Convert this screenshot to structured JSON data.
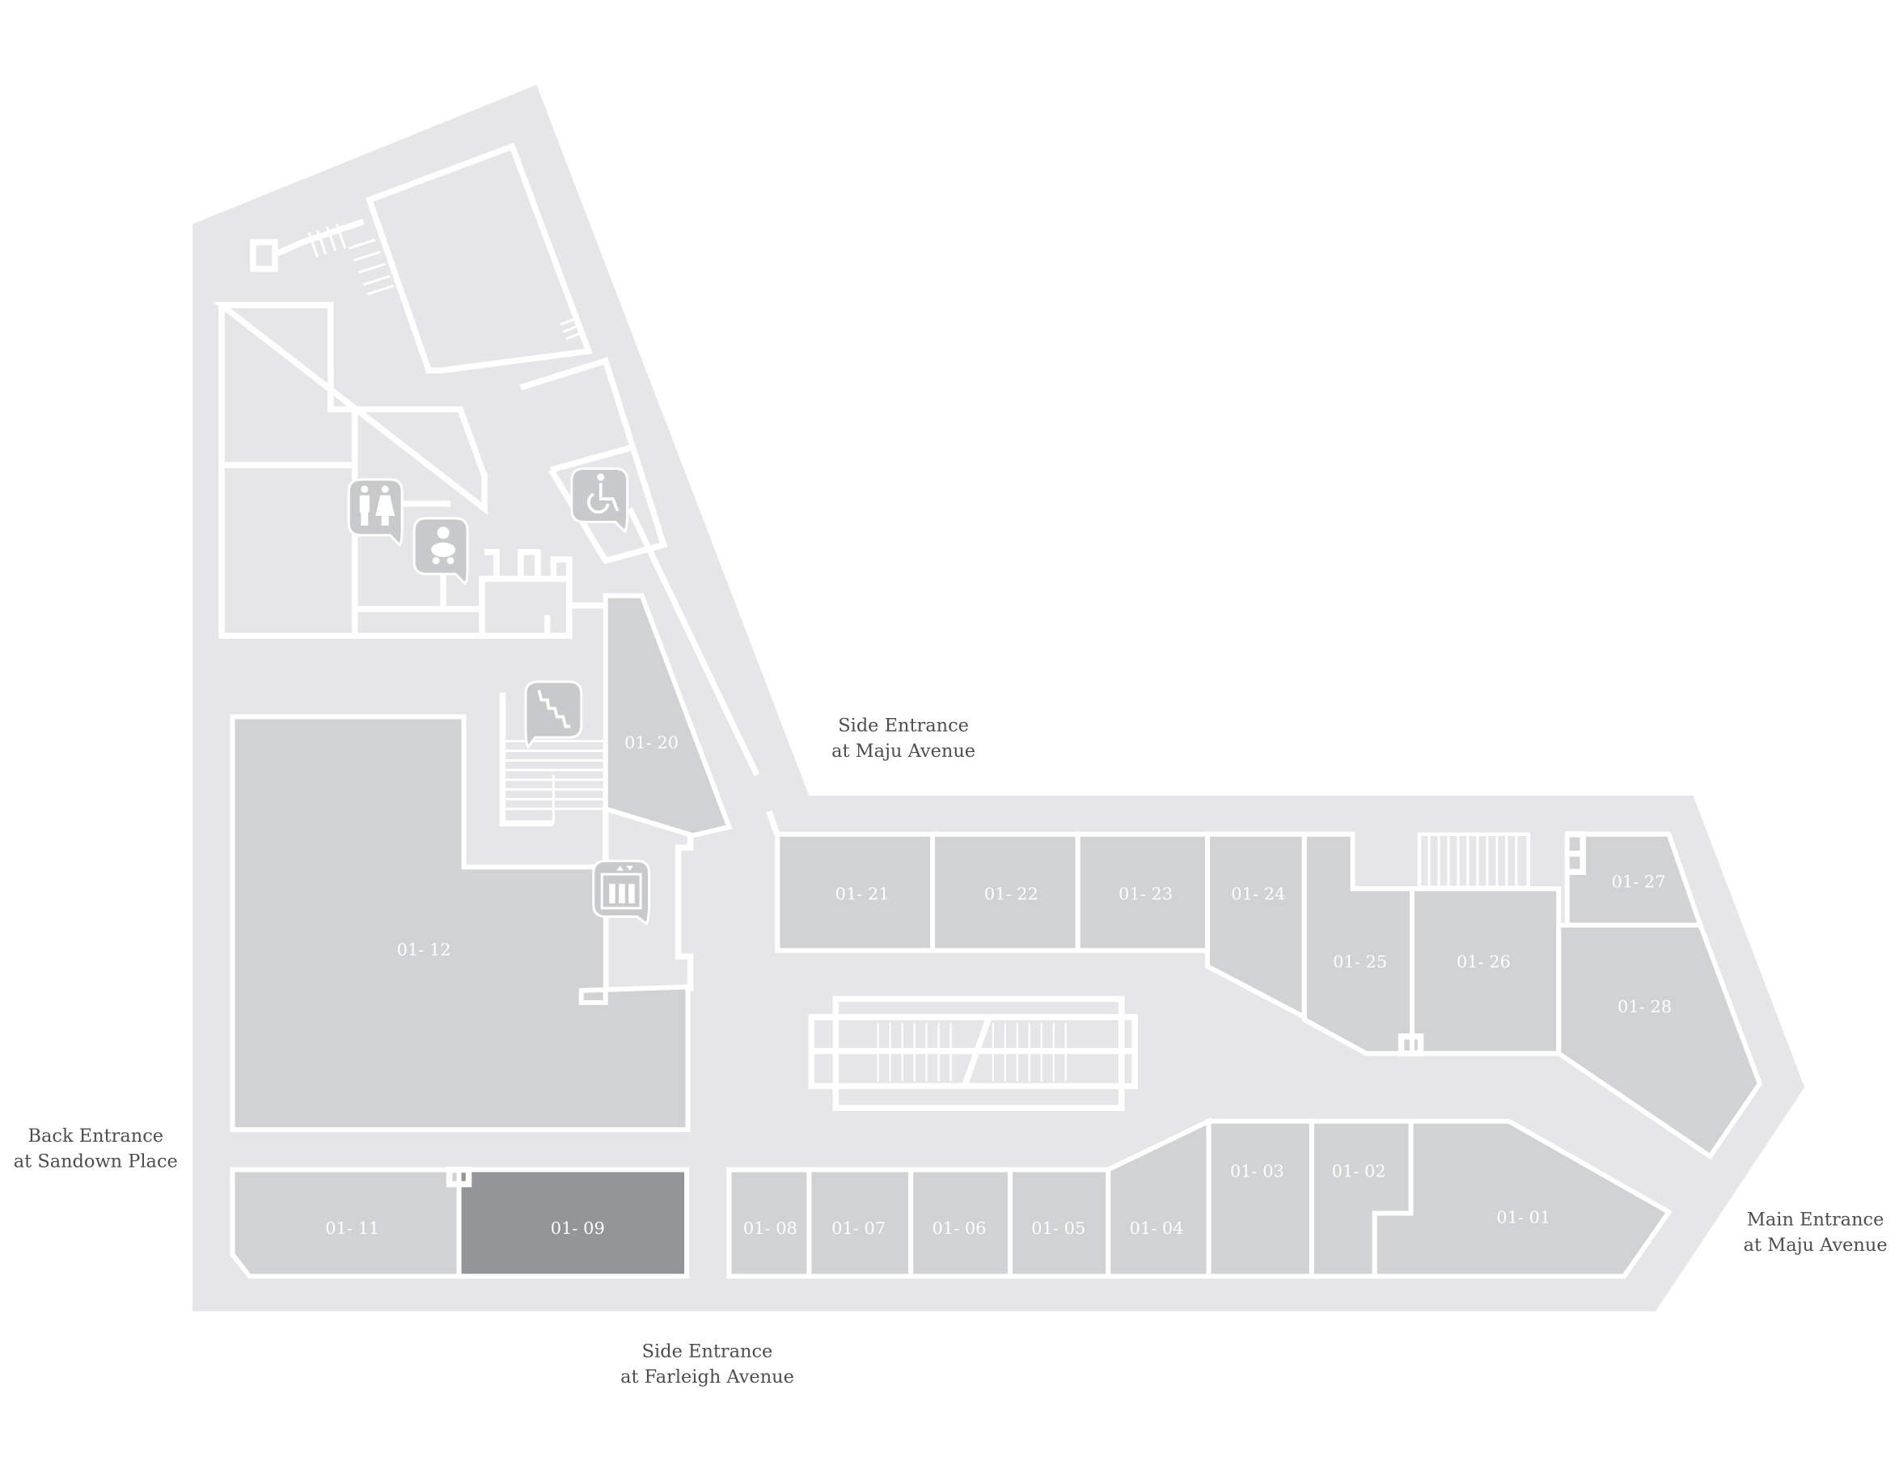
{
  "colors": {
    "floor": "#e6e6e8",
    "unit": "#d1d2d4",
    "selected_unit": "#939598",
    "wall": "#ffffff",
    "label": "#4d4d4d"
  },
  "units": {
    "u01": "01- 01",
    "u02": "01- 02",
    "u03": "01- 03",
    "u04": "01- 04",
    "u05": "01- 05",
    "u06": "01- 06",
    "u07": "01- 07",
    "u08": "01- 08",
    "u09": "01- 09",
    "u11": "01- 11",
    "u12": "01- 12",
    "u20": "01- 20",
    "u21": "01- 21",
    "u22": "01- 22",
    "u23": "01- 23",
    "u24": "01- 24",
    "u25": "01- 25",
    "u26": "01- 26",
    "u27": "01- 27",
    "u28": "01- 28"
  },
  "selected_unit": "01- 09",
  "entrances": {
    "side_maju": [
      "Side Entrance",
      "at Maju Avenue"
    ],
    "back_sandown": [
      "Back Entrance",
      "at Sandown Place"
    ],
    "side_farleigh": [
      "Side Entrance",
      "at Farleigh Avenue"
    ],
    "main_maju": [
      "Main Entrance",
      "at Maju Avenue"
    ]
  },
  "amenities": [
    "restroom-icon",
    "baby-change-icon",
    "wheelchair-icon",
    "stairs-icon",
    "lift-icon",
    "escalator"
  ]
}
